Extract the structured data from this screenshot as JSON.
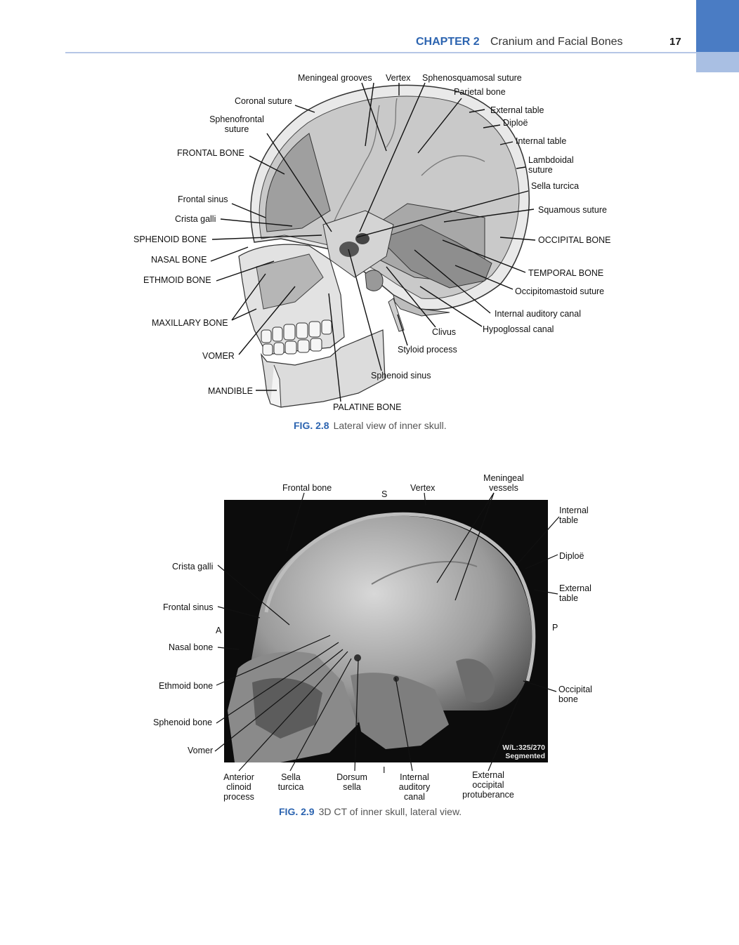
{
  "header": {
    "chapter": "CHAPTER 2",
    "title": "Cranium and Facial Bones",
    "page_number": "17"
  },
  "figure_2_8": {
    "caption_number": "FIG. 2.8",
    "caption_text": "Lateral view of inner skull.",
    "labels": {
      "meningeal_grooves": "Meningeal grooves",
      "vertex": "Vertex",
      "sphenosquamosal_suture": "Sphenosquamosal suture",
      "parietal_bone": "Parietal bone",
      "coronal_suture": "Coronal suture",
      "external_table": "External table",
      "sphenofrontal_1": "Sphenofrontal",
      "sphenofrontal_2": "suture",
      "diploe": "Diploë",
      "internal_table": "Internal table",
      "frontal_bone": "FRONTAL BONE",
      "lambdoidal_1": "Lambdoidal",
      "lambdoidal_2": "suture",
      "sella_turcica": "Sella turcica",
      "frontal_sinus": "Frontal sinus",
      "squamous_suture": "Squamous suture",
      "crista_galli": "Crista galli",
      "sphenoid_bone": "SPHENOID BONE",
      "occipital_bone": "OCCIPITAL BONE",
      "nasal_bone": "NASAL BONE",
      "temporal_bone": "TEMPORAL BONE",
      "ethmoid_bone": "ETHMOID BONE",
      "occipitomastoid_suture": "Occipitomastoid suture",
      "internal_auditory_canal": "Internal auditory canal",
      "maxillary_bone": "MAXILLARY BONE",
      "clivus": "Clivus",
      "hypoglossal_canal": "Hypoglossal canal",
      "styloid_process": "Styloid process",
      "vomer": "VOMER",
      "sphenoid_sinus": "Sphenoid sinus",
      "mandible": "MANDIBLE",
      "palatine_bone": "PALATINE BONE"
    }
  },
  "figure_2_9": {
    "caption_number": "FIG. 2.9",
    "caption_text": "3D CT of inner skull, lateral view.",
    "overlay": {
      "line1": "W/L:325/270",
      "line2": "Segmented"
    },
    "orientation": {
      "superior": "S",
      "inferior": "I",
      "anterior": "A",
      "posterior": "P"
    },
    "labels": {
      "frontal_bone": "Frontal bone",
      "vertex": "Vertex",
      "meningeal_1": "Meningeal",
      "meningeal_2": "vessels",
      "internal_table_1": "Internal",
      "internal_table_2": "table",
      "crista_galli": "Crista galli",
      "diploe": "Diploë",
      "external_table_1": "External",
      "external_table_2": "table",
      "frontal_sinus": "Frontal sinus",
      "nasal_bone": "Nasal bone",
      "ethmoid_bone": "Ethmoid bone",
      "occipital_1": "Occipital",
      "occipital_2": "bone",
      "sphenoid_bone": "Sphenoid bone",
      "vomer": "Vomer",
      "anterior_clinoid_1": "Anterior",
      "anterior_clinoid_2": "clinoid",
      "anterior_clinoid_3": "process",
      "sella_turcica_1": "Sella",
      "sella_turcica_2": "turcica",
      "dorsum_sella_1": "Dorsum",
      "dorsum_sella_2": "sella",
      "internal_auditory_1": "Internal",
      "internal_auditory_2": "auditory",
      "internal_auditory_3": "canal",
      "ext_occipital_1": "External",
      "ext_occipital_2": "occipital",
      "ext_occipital_3": "protuberance"
    }
  }
}
